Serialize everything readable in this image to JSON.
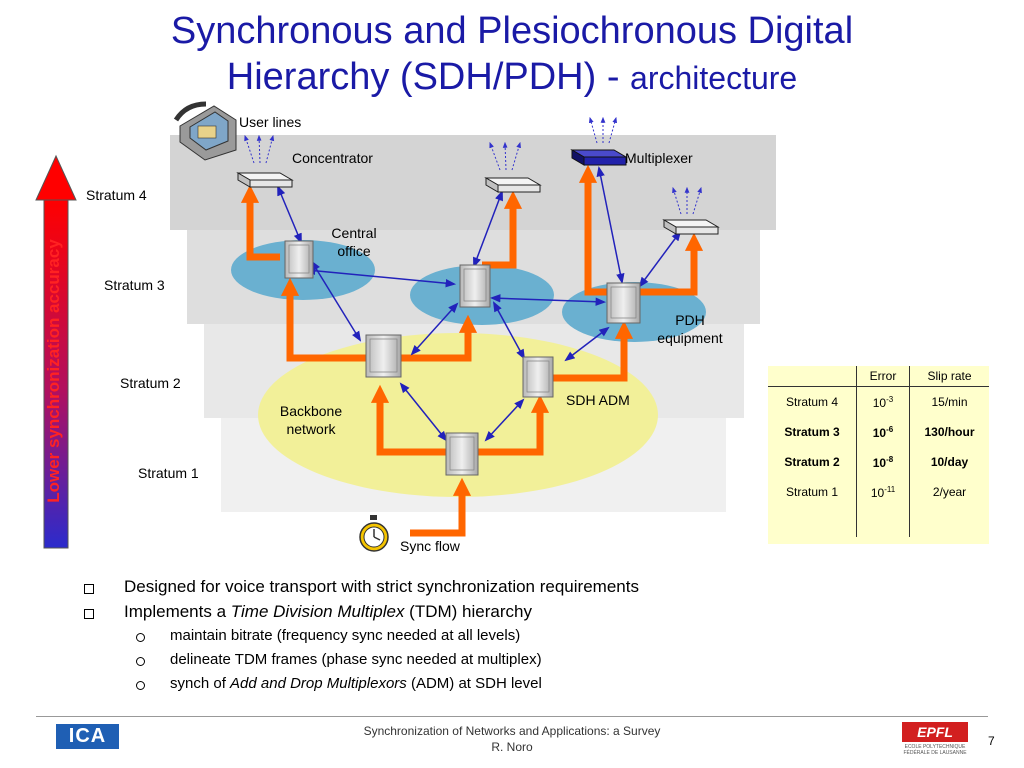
{
  "title": {
    "line1": "Synchronous and Plesiochronous Digital",
    "line2_main": "Hierarchy (SDH/PDH) - ",
    "line2_small": "architecture"
  },
  "diagram": {
    "accuracy_arrow_label": "Lower synchronization accuracy",
    "strata": [
      "Stratum 4",
      "Stratum 3",
      "Stratum 2",
      "Stratum 1"
    ],
    "labels": {
      "user_lines": "User lines",
      "concentrator": "Concentrator",
      "multiplexer": "Multiplexer",
      "central_office_1": "Central",
      "central_office_2": "office",
      "pdh_1": "PDH",
      "pdh_2": "equipment",
      "backbone_1": "Backbone",
      "backbone_2": "network",
      "sdh_adm": "SDH ADM",
      "sync_flow": "Sync flow"
    },
    "colors": {
      "accent_title": "#1a1aa6",
      "sync_flow_arrow": "#ff6600",
      "link_arrow": "#2222bb",
      "central_office_zone": "#6ab0d0",
      "backbone_zone": "#f2f099",
      "table_background": "#ffffcc"
    }
  },
  "table": {
    "headers": [
      "",
      "Error",
      "Slip rate"
    ],
    "rows": [
      {
        "stratum": "Stratum 4",
        "error_base": "10",
        "error_exp": "-3",
        "slip": "15/min"
      },
      {
        "stratum": "Stratum 3",
        "error_base": "10",
        "error_exp": "-6",
        "slip": "130/hour"
      },
      {
        "stratum": "Stratum 2",
        "error_base": "10",
        "error_exp": "-8",
        "slip": "10/day"
      },
      {
        "stratum": "Stratum 1",
        "error_base": "10",
        "error_exp": "-11",
        "slip": "2/year"
      }
    ]
  },
  "bullets": [
    {
      "text": "Designed for voice transport with strict synchronization requirements"
    },
    {
      "pre": "Implements a ",
      "em": "Time Division Multiplex",
      "post": " (TDM) hierarchy"
    }
  ],
  "sub_bullets": [
    {
      "text": "maintain bitrate (frequency sync needed at all levels)"
    },
    {
      "text": "delineate TDM frames (phase sync needed at multiplex)"
    },
    {
      "pre": "synch of ",
      "em": "Add and Drop Multiplexors",
      "post": " (ADM) at SDH level"
    }
  ],
  "footer": {
    "logo_left": "ICA",
    "line1": "Synchronization of Networks and Applications: a Survey",
    "line2": "R. Noro",
    "logo_right": "EPFL",
    "logo_right_sub1": "ECOLE POLYTECHNIQUE",
    "logo_right_sub2": "FÉDÉRALE DE LAUSANNE",
    "page_number": "7"
  }
}
